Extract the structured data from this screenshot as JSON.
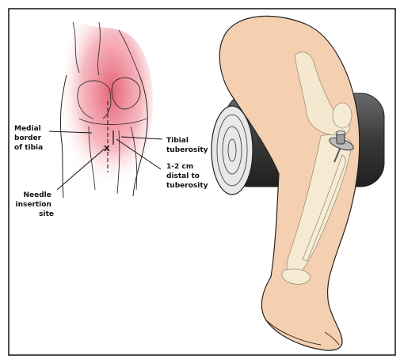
{
  "labels": {
    "medial_border": [
      "Medial",
      "border",
      "of tibia"
    ],
    "tibial_tuberosity": [
      "Tibial",
      "tuberosity"
    ],
    "distal": [
      "1-2 cm",
      "distal to",
      "tuberosity"
    ],
    "needle_insertion": [
      "Needle",
      "insertion",
      "site"
    ],
    "insertion_mark": "X"
  },
  "colors": {
    "frame": "#111111",
    "skin_panel": "#e0465c",
    "skin_leg": "#f5d0b0",
    "bone": "#f6ecd6",
    "roll": "#3f3f3f",
    "outline": "#222222"
  }
}
